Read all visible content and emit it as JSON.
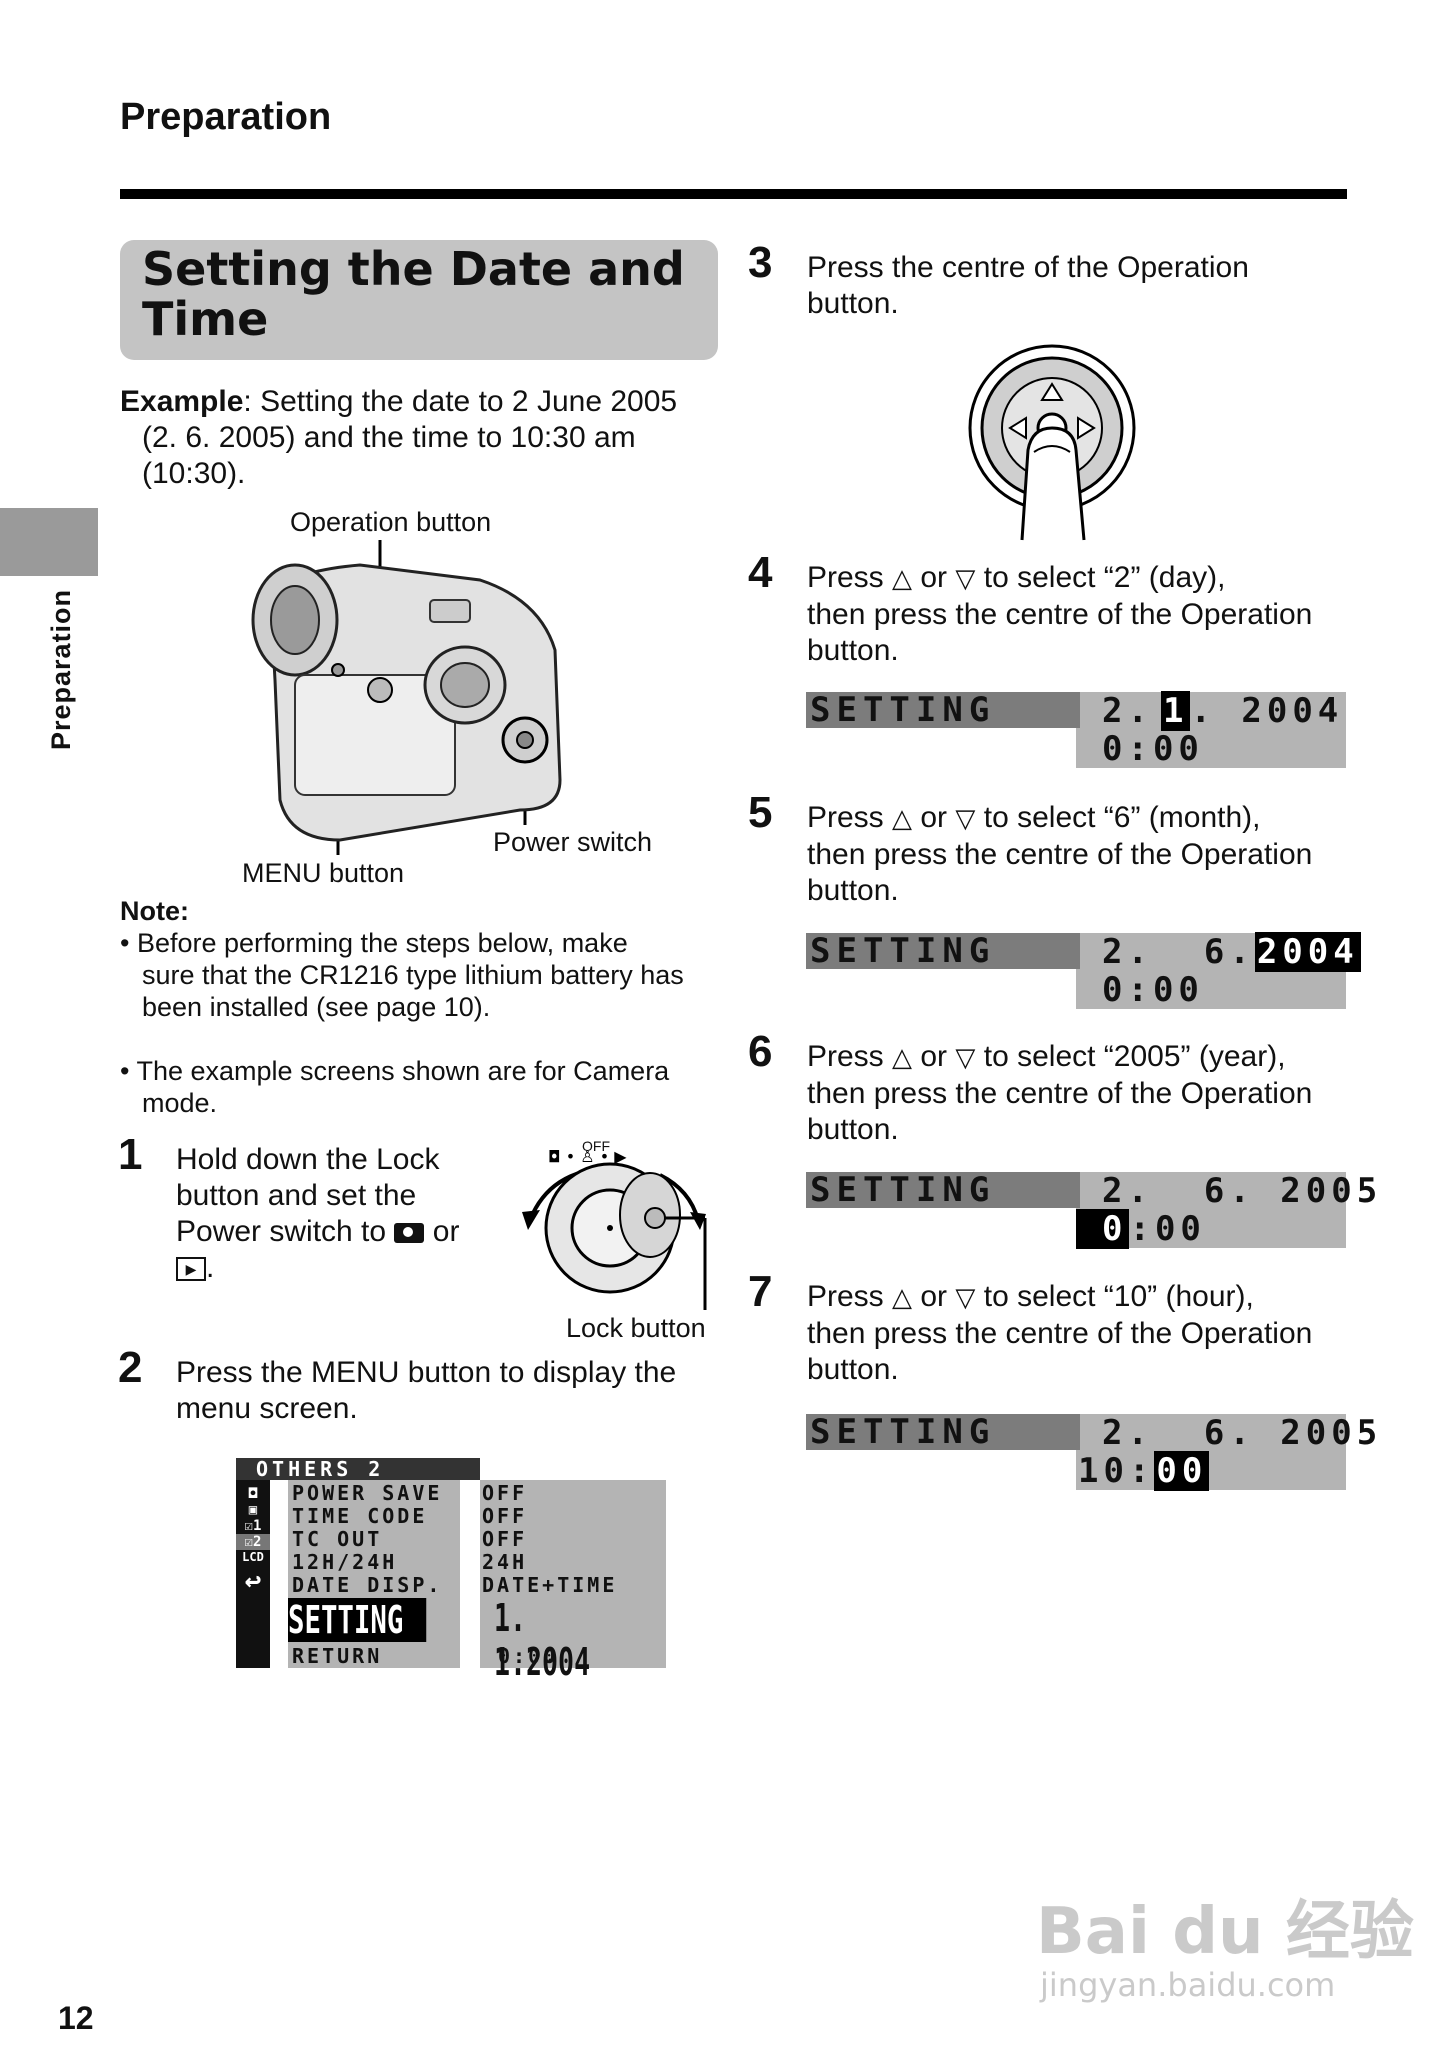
{
  "header": {
    "section": "Preparation",
    "side_tab": "Preparation",
    "page_number": "12"
  },
  "title": {
    "line1": "Setting the Date and",
    "line2": "Time"
  },
  "example": {
    "label": "Example",
    "line1": ": Setting the date to 2 June 2005",
    "line2": "(2. 6. 2005) and the time to 10:30 am",
    "line3": "(10:30)."
  },
  "camera": {
    "operation_button": "Operation button",
    "menu_button": "MENU button",
    "power_switch": "Power switch"
  },
  "note": {
    "heading": "Note:",
    "b1_l1": "• Before performing the steps below, make",
    "b1_l2": "sure that the CR1216 type lithium battery has",
    "b1_l3": "been installed (see page 10).",
    "b2_l1": "• The example screens shown are for Camera",
    "b2_l2": "mode."
  },
  "step1": {
    "num": "1",
    "l1": "Hold down the Lock",
    "l2": "button and set the",
    "l3": "Power switch to",
    "l3b": "or",
    "l4": ".",
    "dial_off": "OFF",
    "lock_button": "Lock button"
  },
  "step2": {
    "num": "2",
    "l1": "Press the MENU button to display the",
    "l2": "menu screen."
  },
  "menu_screen": {
    "title": "OTHERS 2",
    "items": [
      "POWER SAVE",
      "TIME CODE",
      "TC OUT",
      "12H/24H",
      "DATE DISP."
    ],
    "values": [
      "OFF",
      "OFF",
      "OFF",
      "24H",
      "DATE+TIME"
    ],
    "selected": "SETTING",
    "selected_date": "1. 1.2004",
    "selected_time": "0:00",
    "return": "RETURN",
    "icon_tabs": [
      "1",
      "2",
      "LCD"
    ]
  },
  "step3": {
    "num": "3",
    "l1": "Press the centre of the Operation",
    "l2": "button."
  },
  "step4": {
    "num": "4",
    "press": "Press",
    "or": "or",
    "rest": "to select “2” (day),",
    "l2": "then press the centre of the Operation",
    "l3": "button."
  },
  "step5": {
    "num": "5",
    "press": "Press",
    "or": "or",
    "rest": "to select “6” (month),",
    "l2": "then press the centre of the Operation",
    "l3": "button."
  },
  "step6": {
    "num": "6",
    "press": "Press",
    "or": "or",
    "rest": "to select “2005” (year),",
    "l2": "then press the centre of the Operation",
    "l3": "button."
  },
  "step7": {
    "num": "7",
    "press": "Press",
    "or": "or",
    "rest": "to select “10” (hour),",
    "l2": "then press the centre of the Operation",
    "l3": "button."
  },
  "lcd4": {
    "label": "SETTING",
    "day": "2.",
    "month": "1",
    "year": ". 2004",
    "time": "0:00"
  },
  "lcd5": {
    "label": "SETTING",
    "daymonth": "2.  6.",
    "year": "2004",
    "time": "0:00"
  },
  "lcd6": {
    "label": "SETTING",
    "date": "2.  6. 2005",
    "hour": "0",
    "minutes": ":00"
  },
  "lcd7": {
    "label": "SETTING",
    "date": "2.  6. 2005",
    "hour": "10:",
    "minutes": "00"
  },
  "symbols": {
    "up": "△",
    "down": "▽"
  },
  "watermark": {
    "brand": "Bai du 经验",
    "url": "jingyan.baidu.com"
  }
}
